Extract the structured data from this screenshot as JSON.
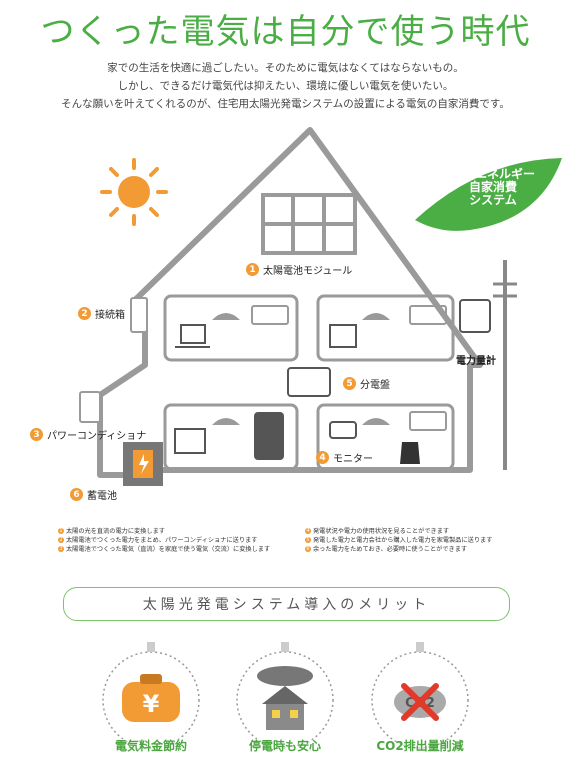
{
  "header": {
    "title": "つくった電気は自分で使う時代",
    "intro": [
      "家での生活を快適に過ごしたい。そのために電気はなくてはならないもの。",
      "しかし、できるだけ電気代は抑えたい、環境に優しい電気を使いたい。",
      "そんな願いを叶えてくれるのが、住宅用太陽光発電システムの設置による電気の自家消費です。"
    ]
  },
  "diagram": {
    "leaf_label": [
      "電気エネルギー",
      "自家消費",
      "システム"
    ],
    "components": [
      {
        "num": "1",
        "label": "太陽電池モジュール"
      },
      {
        "num": "2",
        "label": "接続箱"
      },
      {
        "num": "3",
        "label": "パワーコンディショナ"
      },
      {
        "num": "4",
        "label": "モニター"
      },
      {
        "num": "5",
        "label": "分電盤"
      },
      {
        "num": "6",
        "label": "蓄電池"
      }
    ],
    "meter_label": "電力量計"
  },
  "notes": [
    {
      "num": "1",
      "text": "太陽の光を直流の電力に変換します"
    },
    {
      "num": "2",
      "text": "太陽電池でつくった電力をまとめ、パワーコンディショナに送ります"
    },
    {
      "num": "3",
      "text": "太陽電池でつくった電気（直流）を家庭で使う電気（交流）に変換します"
    },
    {
      "num": "4",
      "text": "発電状況や電力の使用状況を見ることができます"
    },
    {
      "num": "5",
      "text": "発電した電力と電力会社から購入した電力を家電製品に送ります"
    },
    {
      "num": "6",
      "text": "余った電力をためておき、必要時に使うことができます"
    }
  ],
  "merit": {
    "heading": "太陽光発電システム導入のメリット",
    "items": [
      {
        "label": "電気料金節約",
        "icon": "wallet-yen-icon"
      },
      {
        "label": "停電時も安心",
        "icon": "storm-house-icon"
      },
      {
        "label": "CO2排出量削減",
        "icon": "co2-cross-icon"
      }
    ]
  },
  "colors": {
    "green": "#4aae45",
    "orange": "#f29a33",
    "gray": "#9a9a9a"
  }
}
